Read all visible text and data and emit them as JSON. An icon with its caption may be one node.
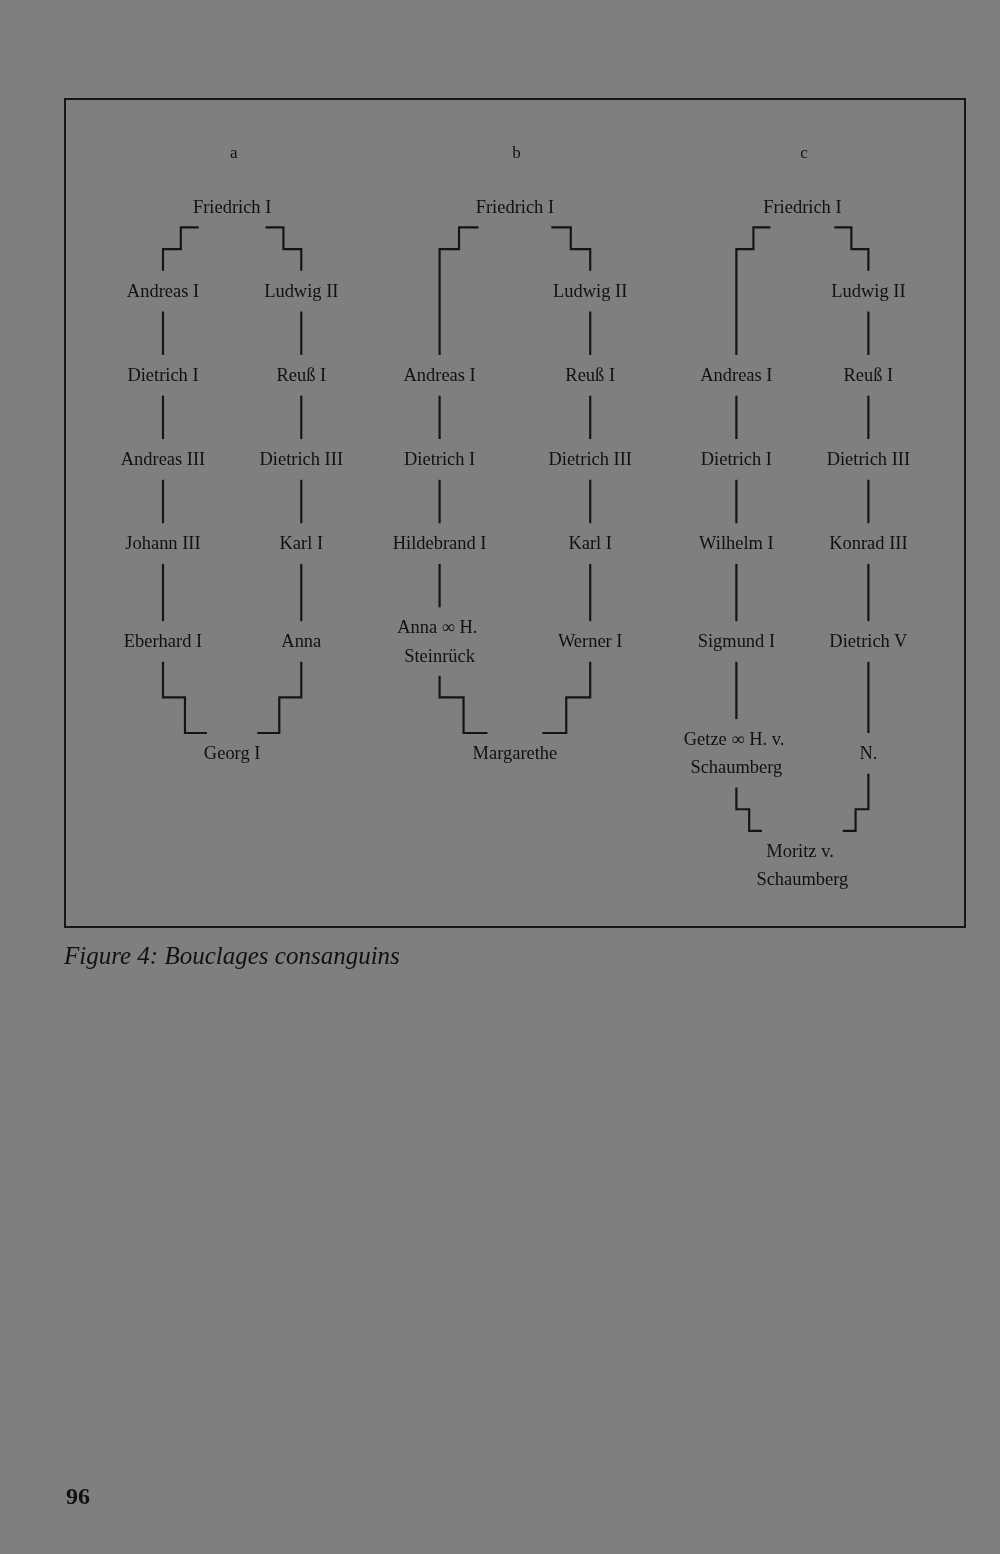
{
  "diagram": {
    "caption": "Figure 4: Bouclages consanguins",
    "nodes": [
      {
        "text": [
          "Friedrich I"
        ]
      },
      {
        "text": [
          "Andreas I"
        ]
      },
      {
        "text": [
          "Dietrich I"
        ]
      },
      {
        "text": [
          "Andreas III"
        ]
      },
      {
        "text": [
          "Johann III"
        ]
      },
      {
        "text": [
          "Eberhard I"
        ]
      },
      {
        "text": [
          "Georg I"
        ]
      },
      {
        "text": [
          "Ludwig II"
        ]
      },
      {
        "text": [
          "Reuß I"
        ]
      },
      {
        "text": [
          "Dietrich III"
        ]
      },
      {
        "text": [
          "Karl I"
        ]
      },
      {
        "text": [
          "Anna"
        ]
      },
      {
        "text": [
          "Friedrich I"
        ]
      },
      {
        "text": [
          "Andreas I"
        ]
      },
      {
        "text": [
          "Dietrich I"
        ]
      },
      {
        "text": [
          "Hildebrand I"
        ]
      },
      {
        "text": [
          "Anna ∞ H. Steinrück"
        ]
      },
      {
        "text": [
          "Margarethe"
        ]
      },
      {
        "text": [
          "Ludwig II"
        ]
      },
      {
        "text": [
          "Reuß I"
        ]
      },
      {
        "text": [
          "Dietrich III"
        ]
      },
      {
        "text": [
          "Karl I"
        ]
      },
      {
        "text": [
          "Werner I"
        ]
      },
      {
        "text": [
          "Friedrich I"
        ]
      },
      {
        "text": [
          "Andreas I"
        ]
      },
      {
        "text": [
          "Dietrich I"
        ]
      },
      {
        "text": [
          "Wilhelm I"
        ]
      },
      {
        "text": [
          "Sigmund I"
        ]
      },
      {
        "text": [
          "Getze ∞ H. v. Schaumberg"
        ]
      },
      {
        "text": [
          "Moritz v. Schaumberg"
        ]
      },
      {
        "text": [
          "Ludwig II"
        ]
      },
      {
        "text": [
          "Reuß I"
        ]
      },
      {
        "text": [
          "Dietrich III"
        ]
      },
      {
        "text": [
          "Konrad III"
        ]
      },
      {
        "text": [
          "Dietrich V"
        ]
      },
      {
        "text": [
          "N."
        ]
      }
    ],
    "edges": [
      {
        "from": 0,
        "to": 1,
        "arrow": "none"
      },
      {
        "from": 0,
        "to": 7,
        "arrow": "none"
      },
      {
        "from": 1,
        "to": 2,
        "arrow": "none"
      },
      {
        "from": 2,
        "to": 3,
        "arrow": "none"
      },
      {
        "from": 3,
        "to": 4,
        "arrow": "none"
      },
      {
        "from": 4,
        "to": 5,
        "arrow": "none"
      },
      {
        "from": 5,
        "to": 6,
        "arrow": "none"
      },
      {
        "from": 7,
        "to": 8,
        "arrow": "none"
      },
      {
        "from": 8,
        "to": 9,
        "arrow": "none"
      },
      {
        "from": 9,
        "to": 10,
        "arrow": "none"
      },
      {
        "from": 10,
        "to": 11,
        "arrow": "none"
      },
      {
        "from": 11,
        "to": 6,
        "arrow": "none"
      },
      {
        "from": 12,
        "to": 13,
        "arrow": "none"
      },
      {
        "from": 12,
        "to": 18,
        "arrow": "none"
      },
      {
        "from": 13,
        "to": 14,
        "arrow": "none"
      },
      {
        "from": 14,
        "to": 15,
        "arrow": "none"
      },
      {
        "from": 15,
        "to": 16,
        "arrow": "none"
      },
      {
        "from": 16,
        "to": 17,
        "arrow": "none"
      },
      {
        "from": 18,
        "to": 19,
        "arrow": "none"
      },
      {
        "from": 19,
        "to": 20,
        "arrow": "none"
      },
      {
        "from": 20,
        "to": 21,
        "arrow": "none"
      },
      {
        "from": 21,
        "to": 22,
        "arrow": "none"
      },
      {
        "from": 22,
        "to": 17,
        "arrow": "none"
      },
      {
        "from": 23,
        "to": 24,
        "arrow": "none"
      },
      {
        "from": 23,
        "to": 30,
        "arrow": "none"
      },
      {
        "from": 24,
        "to": 25,
        "arrow": "none"
      },
      {
        "from": 25,
        "to": 26,
        "arrow": "none"
      },
      {
        "from": 26,
        "to": 27,
        "arrow": "none"
      },
      {
        "from": 27,
        "to": 28,
        "arrow": "none"
      },
      {
        "from": 28,
        "to": 29,
        "arrow": "none"
      },
      {
        "from": 30,
        "to": 31,
        "arrow": "none"
      },
      {
        "from": 31,
        "to": 32,
        "arrow": "none"
      },
      {
        "from": 32,
        "to": 33,
        "arrow": "none"
      },
      {
        "from": 33,
        "to": 34,
        "arrow": "none"
      },
      {
        "from": 34,
        "to": 35,
        "arrow": "none"
      },
      {
        "from": 35,
        "to": 29,
        "arrow": "none"
      }
    ],
    "labels": [
      "a",
      "b",
      "c",
      "96"
    ]
  }
}
